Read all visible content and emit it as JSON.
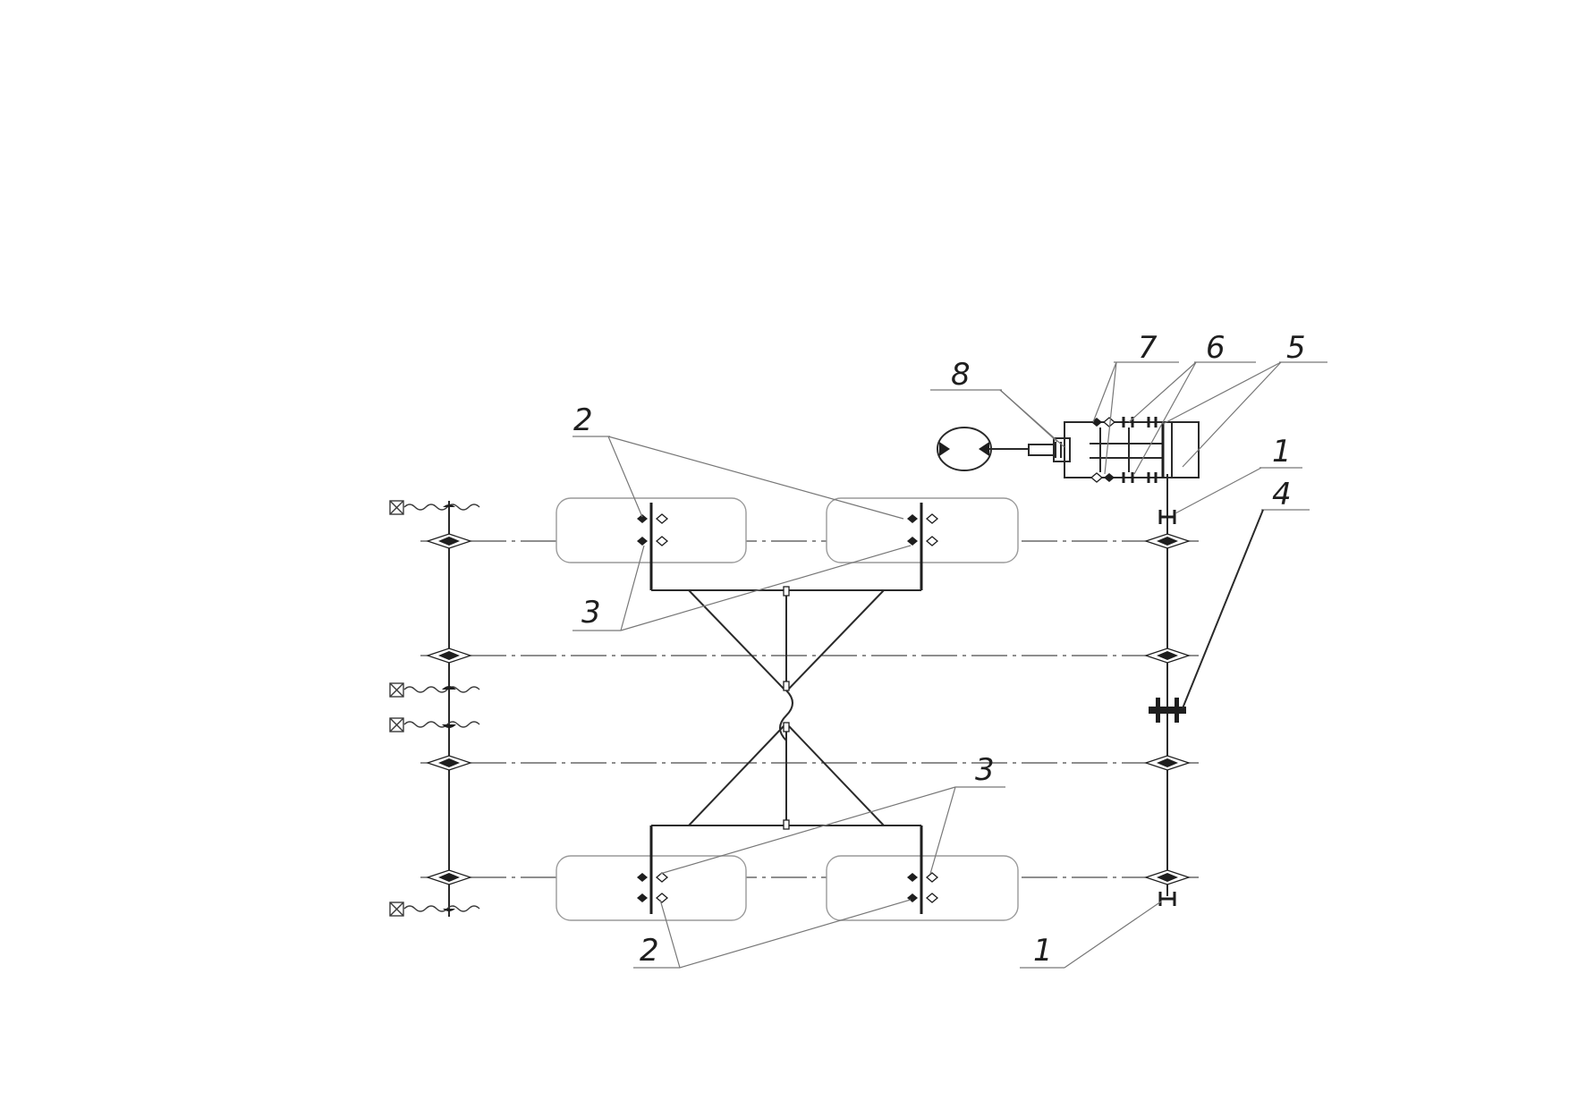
{
  "labels": {
    "l1_top": "1",
    "l1_bottom": "1",
    "l2_top": "2",
    "l2_bottom": "2",
    "l3_top": "3",
    "l3_bottom": "3",
    "l4": "4",
    "l5": "5",
    "l6": "6",
    "l7": "7",
    "l8": "8"
  },
  "colors": {
    "line": "#1e1e1e",
    "tire_outline": "#9a9a9a",
    "background": "#ffffff"
  }
}
